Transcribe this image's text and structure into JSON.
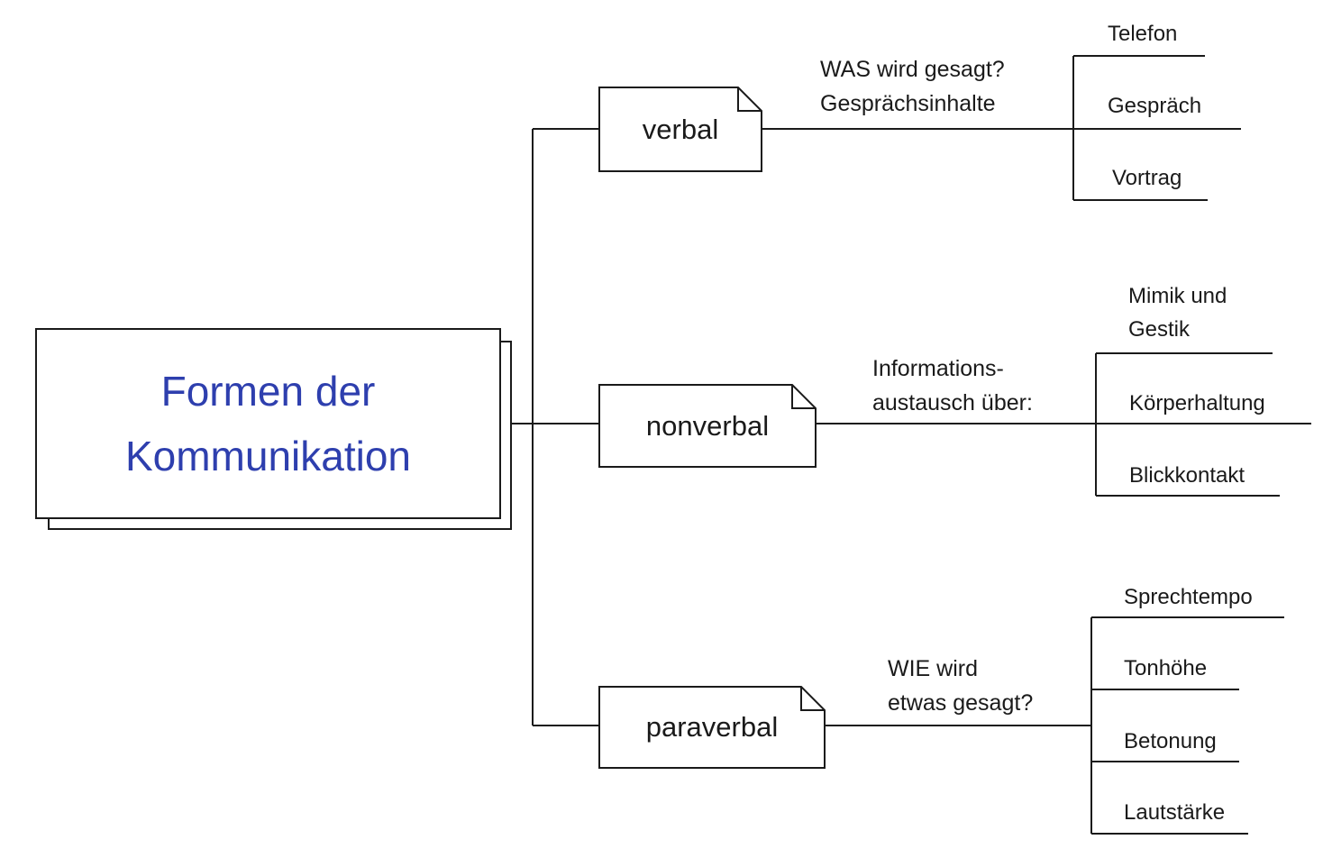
{
  "diagram": {
    "accent_blue": "#2e3fae",
    "line_color": "#1a1a1a"
  },
  "root": {
    "title": "Formen der\nKommunikation"
  },
  "branches": [
    {
      "label": "verbal",
      "note": "WAS wird gesagt?\nGesprächsinhalte",
      "leaves": [
        "Telefon",
        "Gespräch",
        "Vortrag"
      ]
    },
    {
      "label": "nonverbal",
      "note": "Informations-\naustausch über:",
      "leaves": [
        "Mimik und\nGestik",
        "Körperhaltung",
        "Blickkontakt"
      ]
    },
    {
      "label": "paraverbal",
      "note": "WIE wird\netwas gesagt?",
      "leaves": [
        "Sprechtempo",
        "Tonhöhe",
        "Betonung",
        "Lautstärke"
      ]
    }
  ]
}
